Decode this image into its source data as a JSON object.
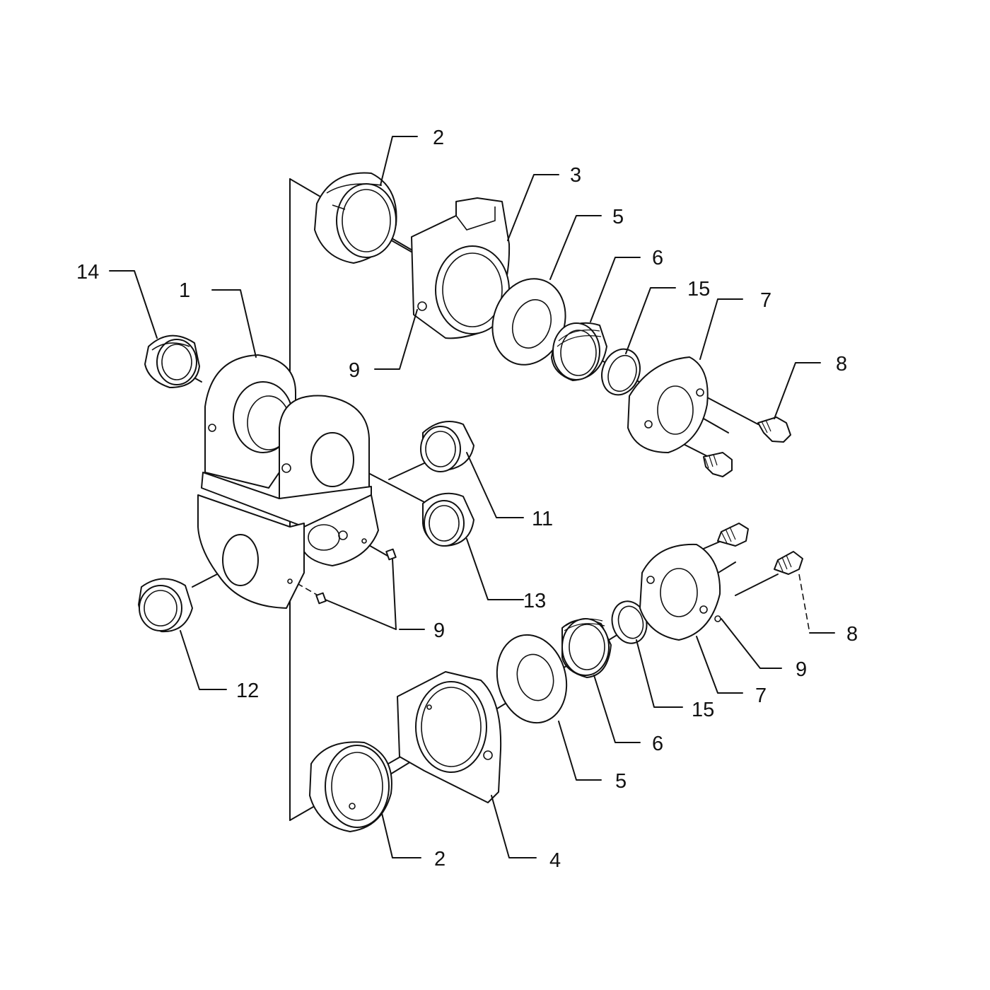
{
  "callouts": [
    {
      "id": "c1",
      "text": "1"
    },
    {
      "id": "c2a",
      "text": "2"
    },
    {
      "id": "c2b",
      "text": "2"
    },
    {
      "id": "c3",
      "text": "3"
    },
    {
      "id": "c4",
      "text": "4"
    },
    {
      "id": "c5a",
      "text": "5"
    },
    {
      "id": "c5b",
      "text": "5"
    },
    {
      "id": "c6a",
      "text": "6"
    },
    {
      "id": "c6b",
      "text": "6"
    },
    {
      "id": "c7a",
      "text": "7"
    },
    {
      "id": "c7b",
      "text": "7"
    },
    {
      "id": "c8a",
      "text": "8"
    },
    {
      "id": "c8b",
      "text": "8"
    },
    {
      "id": "c9a",
      "text": "9"
    },
    {
      "id": "c9b",
      "text": "9"
    },
    {
      "id": "c9c",
      "text": "9"
    },
    {
      "id": "c11",
      "text": "11"
    },
    {
      "id": "c12",
      "text": "12"
    },
    {
      "id": "c13",
      "text": "13"
    },
    {
      "id": "c14",
      "text": "14"
    },
    {
      "id": "c15a",
      "text": "15"
    },
    {
      "id": "c15b",
      "text": "15"
    }
  ]
}
